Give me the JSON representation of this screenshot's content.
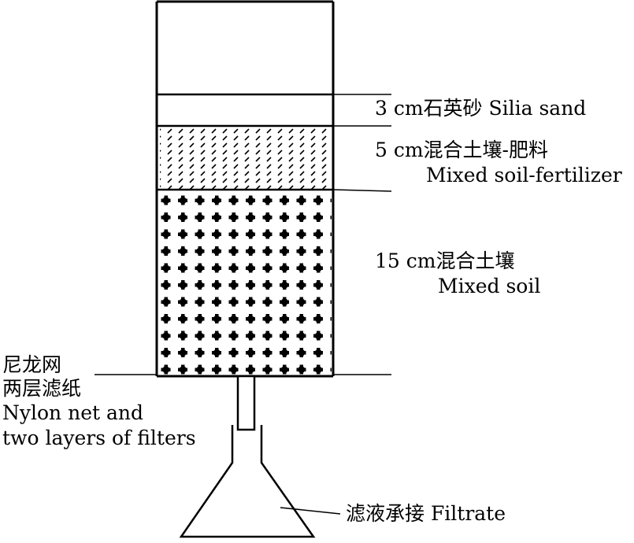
{
  "labels": {
    "sand": "3 cm石英砂 Silia sand",
    "fert_cn": "5 cm混合土壤-肥料",
    "fert_en": "Mixed soil-fertilizer",
    "soil_cn": "15 cm混合土壤",
    "soil_en": "Mixed soil",
    "filter_cn1": "尼龙网",
    "filter_cn2": "两层滤纸",
    "filter_en1": "Nylon net and",
    "filter_en2": "two layers of filters",
    "filtrate": "滤液承接 Filtrate"
  }
}
